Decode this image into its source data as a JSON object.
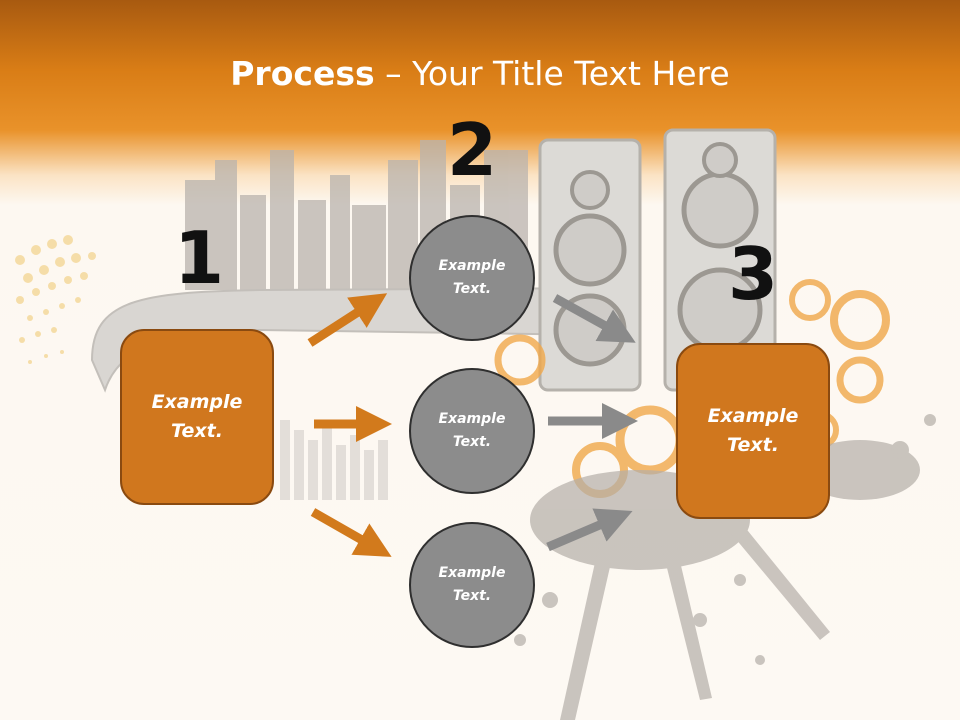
{
  "slide": {
    "title_bold": "Process",
    "title_rest": " – Your Title Text Here",
    "numbers": [
      "1",
      "2",
      "3"
    ],
    "left_box": {
      "line1": "Example",
      "line2": "Text."
    },
    "right_box": {
      "line1": "Example",
      "line2": "Text."
    },
    "circles": [
      {
        "line1": "Example",
        "line2": "Text."
      },
      {
        "line1": "Example",
        "line2": "Text."
      },
      {
        "line1": "Example",
        "line2": "Text."
      }
    ]
  },
  "colors": {
    "header_orange": "#d97d16",
    "box_orange": "#d0771e",
    "circle_gray": "#8c8c8c",
    "arrow_orange": "#d27a1c",
    "arrow_gray": "#8a8a8a"
  }
}
